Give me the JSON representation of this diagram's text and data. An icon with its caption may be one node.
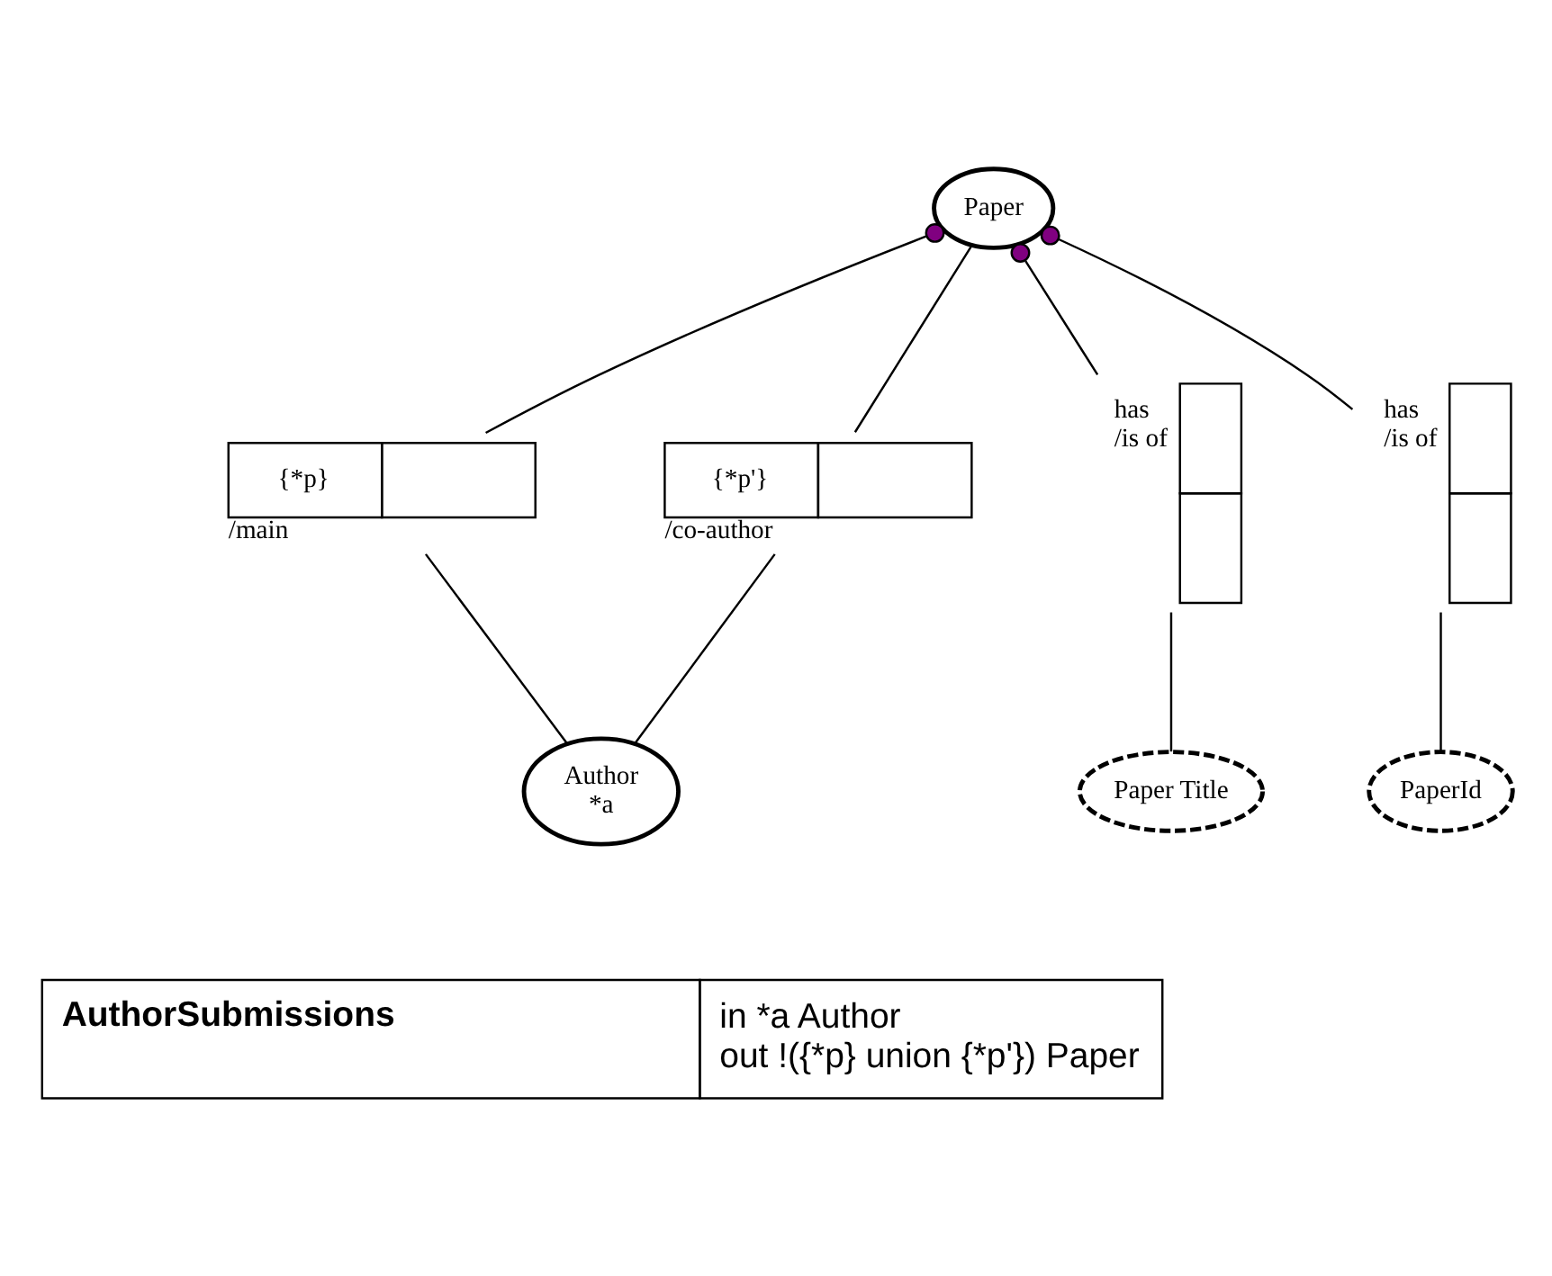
{
  "diagram": {
    "nodes": [
      {
        "text": [
          "Paper"
        ]
      },
      {
        "text": [
          "Author",
          "*a"
        ]
      },
      {
        "text": [
          "{*p}"
        ],
        "beside": [
          "/main"
        ]
      },
      {
        "text": [
          "{*p'}"
        ],
        "beside": [
          "/co-author"
        ]
      },
      {
        "text": [],
        "shape": "box",
        "beside": [
          "has",
          "/is of"
        ]
      },
      {
        "text": [],
        "shape": "box",
        "beside": [
          "has",
          "/is of"
        ]
      },
      {
        "text": [
          "Paper Title"
        ]
      },
      {
        "text": [
          "PaperId"
        ]
      }
    ],
    "edges": [
      {
        "from": 0,
        "to": 2,
        "arrow": "other"
      },
      {
        "from": 2,
        "to": 1,
        "arrow": "none"
      },
      {
        "from": 0,
        "to": 3,
        "arrow": "none"
      },
      {
        "from": 3,
        "to": 1,
        "arrow": "none"
      },
      {
        "from": 0,
        "to": 4,
        "arrow": "other"
      },
      {
        "from": 4,
        "to": 6,
        "arrow": "none"
      },
      {
        "from": 0,
        "to": 5,
        "arrow": "other"
      },
      {
        "from": 5,
        "to": 7,
        "arrow": "none"
      }
    ],
    "labels": [
      "AuthorSubmissions",
      "in *a Author",
      "out !({*p} union {*p'}) Paper"
    ]
  }
}
